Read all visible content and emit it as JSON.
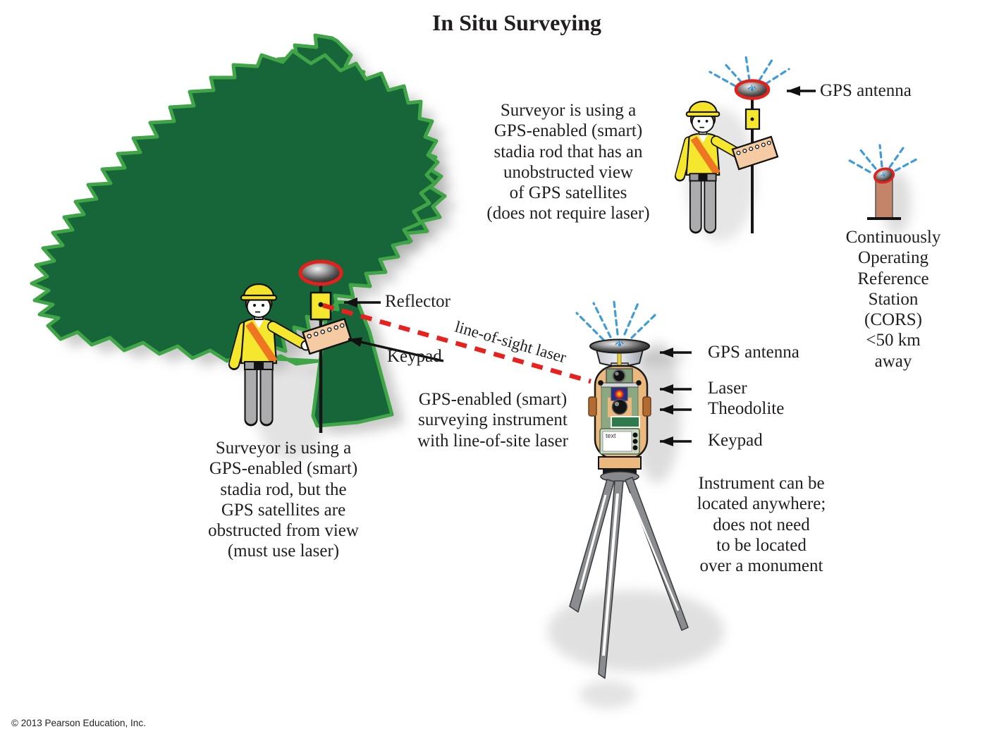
{
  "title": "In Situ Surveying",
  "footer": "© 2013 Pearson Education, Inc.",
  "blocks": {
    "unobstructed": "Surveyor is using a\nGPS-enabled (smart)\nstadia rod that has an\nunobstructed view\nof GPS satellites\n(does not require laser)",
    "obstructed": "Surveyor is using a\nGPS-enabled (smart)\nstadia rod, but the\nGPS satellites are\nobstructed from view\n(must use laser)",
    "instrument": "GPS-enabled (smart)\nsurveying instrument\nwith line-of-site laser",
    "anywhere": "Instrument can be\nlocated anywhere;\ndoes not need\nto be located\nover a monument",
    "cors": "Continuously\nOperating Reference\nStation (CORS)\n<50 km away"
  },
  "labels": {
    "gps_antenna_rod": "GPS antenna",
    "reflector": "Reflector",
    "keypad_rod": "Keypad",
    "line_of_sight_laser": "line-of-sight laser",
    "gps_antenna_instrument": "GPS antenna",
    "laser": "Laser",
    "theodolite": "Theodolite",
    "keypad_instrument": "Keypad",
    "instrument_screen": "text"
  },
  "colors": {
    "tree_green": "#17663A",
    "tree_outline": "#3FA546",
    "laser_red": "#E8201E",
    "gps_ray_blue": "#3E9CD9",
    "vest_yellow": "#F5E62E",
    "sash_orange": "#EE7623",
    "antenna_ring_red": "#E3211C",
    "instrument_tan": "#EBB87D"
  }
}
